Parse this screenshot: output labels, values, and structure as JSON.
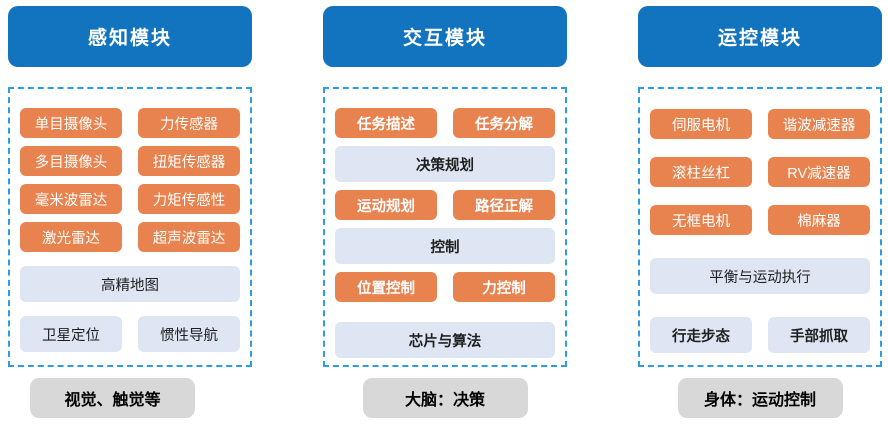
{
  "colors": {
    "header_bg": "#1273bf",
    "dashed_border": "#2e9ce1",
    "orange": "#e8824e",
    "light_box": "#dde6f2",
    "footer_bg": "#d8d8d8",
    "dark_text": "#1f1f1f",
    "white_text": "#ffffff"
  },
  "columns": [
    {
      "header": "感知模块",
      "footer": "视觉、触觉等",
      "rows": [
        {
          "type": "pair",
          "style": "orange",
          "bold": false,
          "cells": [
            "单目摄像头",
            "力传感器"
          ]
        },
        {
          "type": "pair",
          "style": "orange",
          "bold": false,
          "cells": [
            "多目摄像头",
            "扭矩传感器"
          ]
        },
        {
          "type": "pair",
          "style": "orange",
          "bold": false,
          "cells": [
            "毫米波雷达",
            "力矩传感性"
          ]
        },
        {
          "type": "pair",
          "style": "orange",
          "bold": false,
          "cells": [
            "激光雷达",
            "超声波雷达"
          ]
        },
        {
          "type": "full",
          "style": "light",
          "bold": false,
          "cells": [
            "高精地图"
          ]
        },
        {
          "type": "pair",
          "style": "light",
          "bold": false,
          "cells": [
            "卫星定位",
            "惯性导航"
          ]
        }
      ]
    },
    {
      "header": "交互模块",
      "footer": "大脑：决策",
      "rows": [
        {
          "type": "pair",
          "style": "orange",
          "bold": true,
          "cells": [
            "任务描述",
            "任务分解"
          ]
        },
        {
          "type": "full",
          "style": "light",
          "bold": true,
          "cells": [
            "决策规划"
          ]
        },
        {
          "type": "pair",
          "style": "orange",
          "bold": true,
          "cells": [
            "运动规划",
            "路径正解"
          ]
        },
        {
          "type": "full",
          "style": "light",
          "bold": true,
          "cells": [
            "控制"
          ]
        },
        {
          "type": "pair",
          "style": "orange",
          "bold": true,
          "cells": [
            "位置控制",
            "力控制"
          ]
        },
        {
          "type": "full",
          "style": "light",
          "bold": true,
          "cells": [
            "芯片与算法"
          ]
        }
      ]
    },
    {
      "header": "运控模块",
      "footer": "身体：运动控制",
      "rows": [
        {
          "type": "pair",
          "style": "orange",
          "bold": false,
          "cells": [
            "伺服电机",
            "谐波减速器"
          ]
        },
        {
          "type": "pair",
          "style": "orange",
          "bold": false,
          "cells": [
            "滚柱丝杠",
            "RV减速器"
          ]
        },
        {
          "type": "pair",
          "style": "orange",
          "bold": false,
          "cells": [
            "无框电机",
            "棉麻器"
          ]
        },
        {
          "type": "full",
          "style": "light",
          "bold": false,
          "cells": [
            "平衡与运动执行"
          ]
        },
        {
          "type": "pair",
          "style": "light",
          "bold": true,
          "cells": [
            "行走步态",
            "手部抓取"
          ]
        }
      ]
    }
  ]
}
